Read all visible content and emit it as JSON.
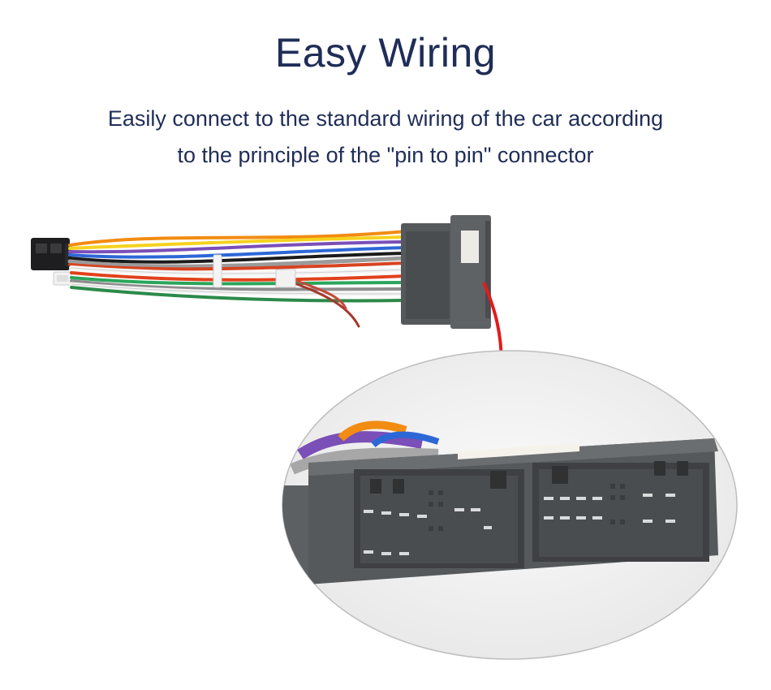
{
  "title": "Easy Wiring",
  "subtitle": {
    "line1": "Easily connect to the standard wiring of the car according",
    "line2": "to the principle of the \"pin to pin\" connector"
  },
  "colors": {
    "text": "#1f2d57",
    "arrow": "#e31b1b",
    "connector": "#55585b",
    "background": "#ffffff"
  }
}
